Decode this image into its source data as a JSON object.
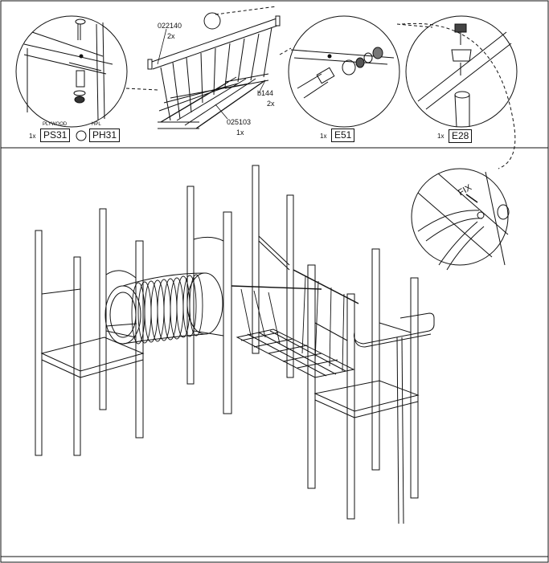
{
  "callouts": {
    "bridge_part_1": "022140",
    "bridge_part_1_qty": "2x",
    "bridge_part_2": "b144",
    "bridge_part_2_qty": "2x",
    "bridge_part_3": "025103",
    "bridge_part_3_qty": "1x",
    "fix_label": "FIX"
  },
  "parts": {
    "panel_1": {
      "qty": "1x",
      "material_a": "PLYWOOD",
      "code_a": "PS31",
      "material_b": "HPL",
      "code_b": "PH31"
    },
    "panel_2": {
      "qty": "1x",
      "code": "E51"
    },
    "panel_3": {
      "qty": "1x",
      "code": "E28"
    }
  },
  "icons": [
    "bolt-detail-icon",
    "bridge-net-icon",
    "tube-fitting-icon",
    "clamp-detail-icon",
    "pliers-fix-icon",
    "alternative-icon"
  ]
}
